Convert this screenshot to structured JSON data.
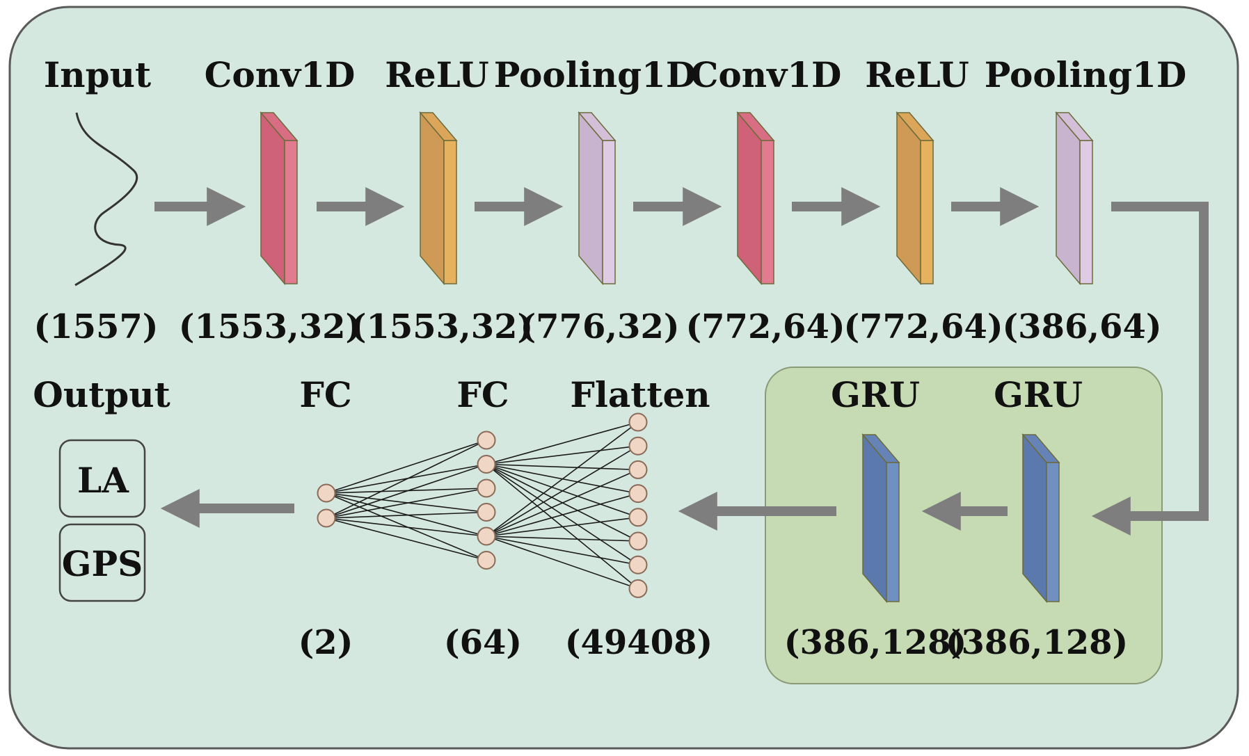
{
  "colors": {
    "background": "#d5e8df",
    "frame_stroke": "#5a5a5a",
    "gru_panel": "#c6dbb4",
    "gru_panel_stroke": "#8a9a78",
    "arrow": "#7e7e7e",
    "conv_front": "#cf6279",
    "conv_side": "#e27b90",
    "conv_top": "#d86d83",
    "relu_front": "#cf9a55",
    "relu_side": "#e6b25e",
    "relu_top": "#dba65a",
    "pool_front": "#c9b4cf",
    "pool_side": "#dfcbe3",
    "pool_top": "#d3bfd8",
    "gru_front": "#5c79ad",
    "gru_side": "#7090c2",
    "gru_top": "#6683b8",
    "node_fill": "#f0d6c4",
    "node_stroke": "#8a6a58",
    "block_edge": "#6b6b3a"
  },
  "top_row": {
    "input": {
      "label": "Input",
      "dim": "(1557)"
    },
    "layers": [
      {
        "label": "Conv1D",
        "dim": "(1553,32)",
        "kind": "conv"
      },
      {
        "label": "ReLU",
        "dim": "(1553,32)",
        "kind": "relu"
      },
      {
        "label": "Pooling1D",
        "dim": "(776,32)",
        "kind": "pool"
      },
      {
        "label": "Conv1D",
        "dim": "(772,64)",
        "kind": "conv"
      },
      {
        "label": "ReLU",
        "dim": "(772,64)",
        "kind": "relu"
      },
      {
        "label": "Pooling1D",
        "dim": "(386,64)",
        "kind": "pool"
      }
    ]
  },
  "gru_block": {
    "layers": [
      {
        "label": "GRU",
        "dim": "(386,128)"
      },
      {
        "label": "GRU",
        "dim": "(386,128)"
      }
    ]
  },
  "dense": {
    "flatten": {
      "label": "Flatten",
      "dim": "(49408)",
      "nodes": 8
    },
    "fc2": {
      "label": "FC",
      "dim": "(64)",
      "nodes": 6
    },
    "fc1": {
      "label": "FC",
      "dim": "(2)",
      "nodes": 2
    }
  },
  "output": {
    "label": "Output",
    "items": [
      "LA",
      "GPS"
    ]
  }
}
